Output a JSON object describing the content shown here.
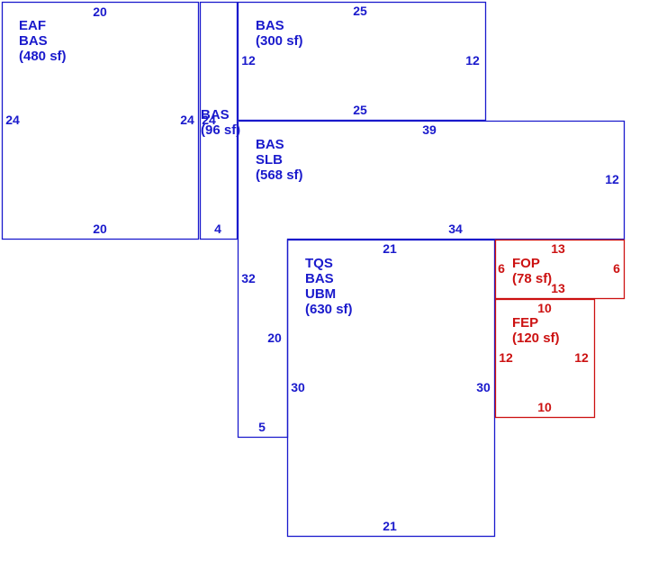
{
  "colors": {
    "main_structure": "#1a1acc",
    "porches": "#cc1111",
    "background": "#ffffff"
  },
  "areas": [
    {
      "id": "eaf",
      "lines": [
        "EAF",
        "BAS",
        "(480 sf)"
      ],
      "color": "main_structure"
    },
    {
      "id": "bas96",
      "lines": [
        "BAS",
        "(96 sf)"
      ],
      "color": "main_structure"
    },
    {
      "id": "bas300",
      "lines": [
        "BAS",
        "(300 sf)"
      ],
      "color": "main_structure"
    },
    {
      "id": "slb",
      "lines": [
        "BAS",
        "SLB",
        "(568 sf)"
      ],
      "color": "main_structure"
    },
    {
      "id": "tqs",
      "lines": [
        "TQS",
        "BAS",
        "UBM",
        "(630 sf)"
      ],
      "color": "main_structure"
    },
    {
      "id": "fop",
      "lines": [
        "FOP",
        "(78 sf)"
      ],
      "color": "porches"
    },
    {
      "id": "fep",
      "lines": [
        "FEP",
        "(120 sf)"
      ],
      "color": "porches"
    }
  ],
  "dimensions": [
    "20",
    "24",
    "24",
    "20",
    "24",
    "4",
    "25",
    "12",
    "12",
    "25",
    "39",
    "12",
    "34",
    "32",
    "5",
    "21",
    "20",
    "30",
    "30",
    "21",
    "13",
    "6",
    "6",
    "13",
    "10",
    "12",
    "12",
    "10"
  ]
}
